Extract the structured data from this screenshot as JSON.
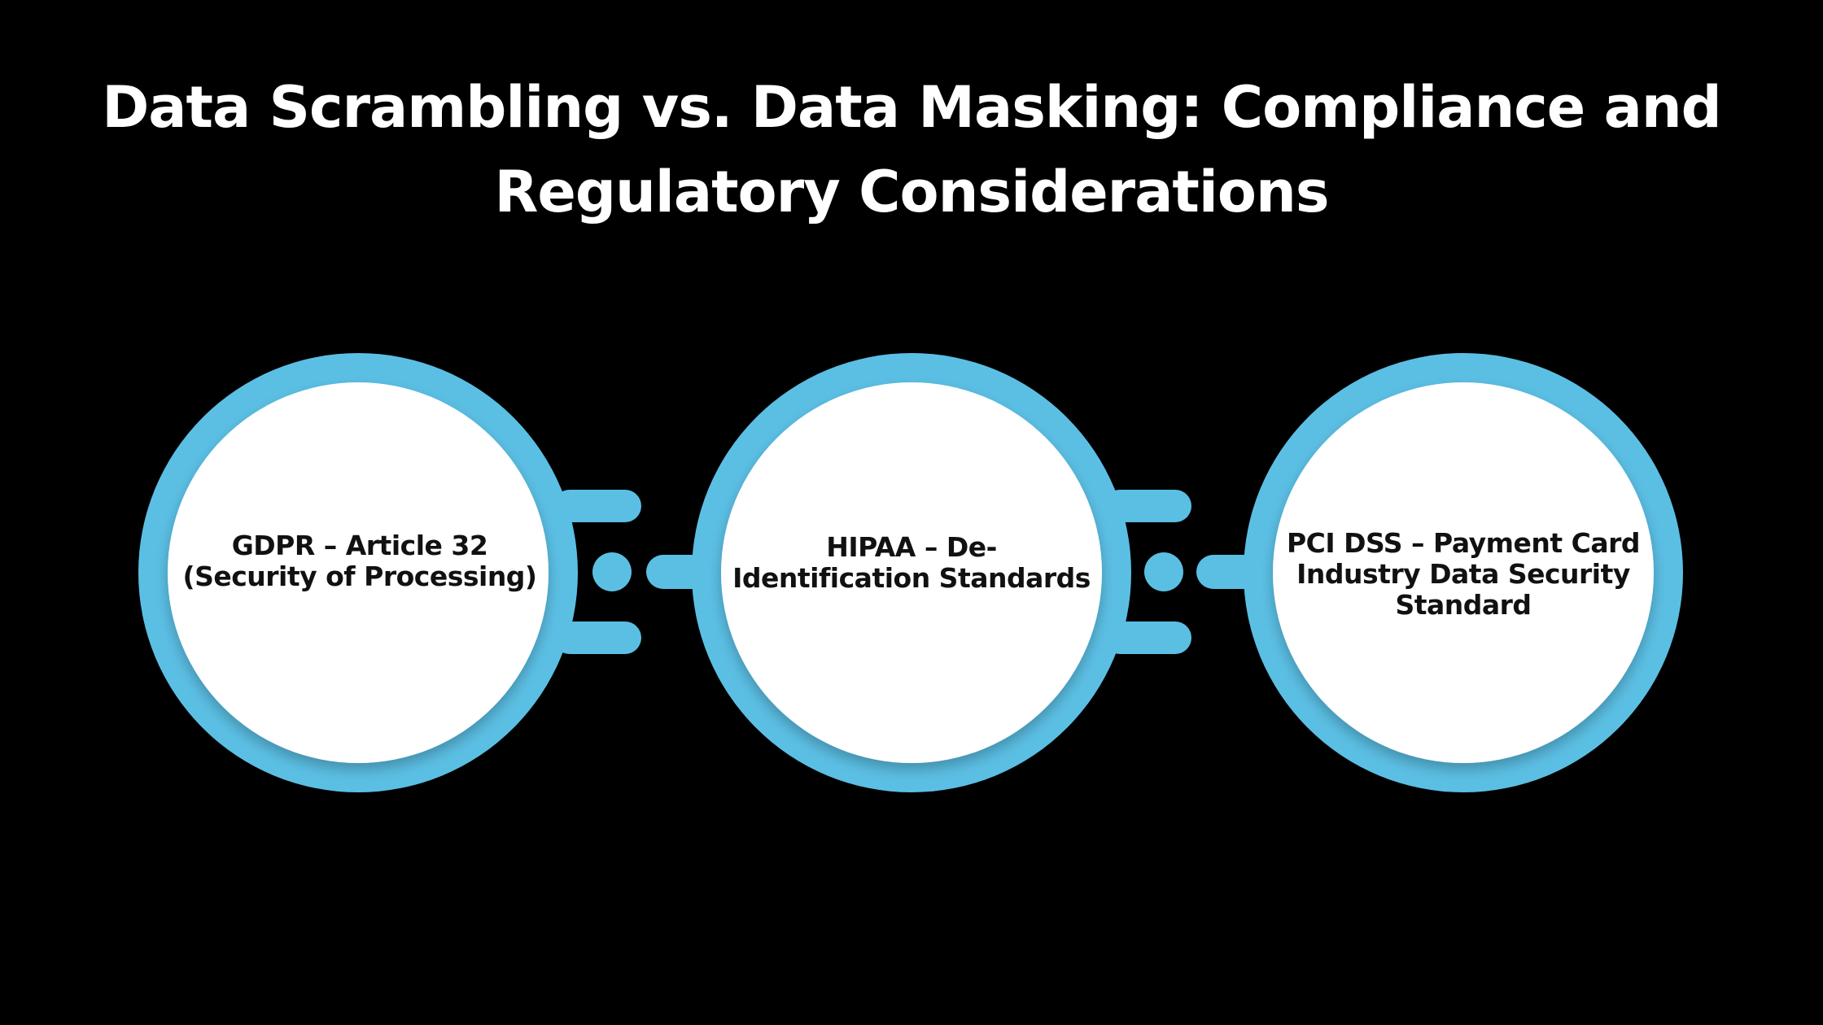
{
  "title": {
    "line1": "Data Scrambling vs. Data Masking: Compliance and",
    "line2": "Regulatory Considerations"
  },
  "colors": {
    "background": "#000000",
    "ring": "#5bbfe4",
    "circle_fill": "#ffffff",
    "title_text": "#ffffff",
    "label_text": "#111111"
  },
  "nodes": [
    {
      "line1": "GDPR – Article 32",
      "line2": "(Security of Processing)"
    },
    {
      "line1": "HIPAA – De-",
      "line2": "Identification Standards"
    },
    {
      "line1": "PCI DSS – Payment Card",
      "line2": "Industry Data Security",
      "line3": "Standard"
    }
  ]
}
